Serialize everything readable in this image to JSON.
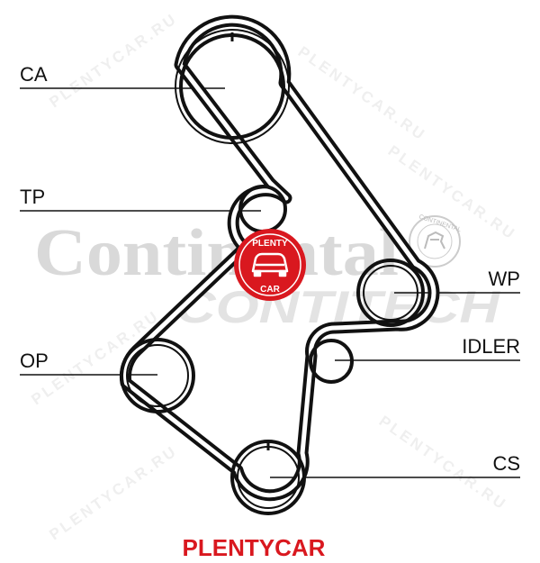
{
  "labels": {
    "ca": "CA",
    "tp": "TP",
    "wp": "WP",
    "op": "OP",
    "idler": "IDLER",
    "cs": "CS"
  },
  "watermark": {
    "primary": "Continental",
    "secondary": "CONTITECH",
    "repeat": "PLENTYCAR.RU",
    "seal": "CONTINENTAL"
  },
  "logo": {
    "top": "PLENTY",
    "bottom": "CAR"
  },
  "footer": {
    "brand": "PLENTYCAR"
  },
  "colors": {
    "belt": "#111111",
    "brand_red": "#d9181f",
    "watermark_gray": "#d9d9d9"
  }
}
